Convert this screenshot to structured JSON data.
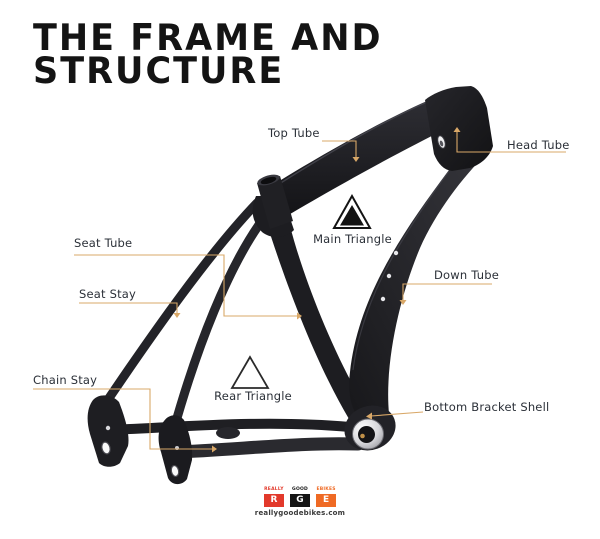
{
  "title": {
    "line1": "THE FRAME AND",
    "line2": "STRUCTURE"
  },
  "labels": {
    "top_tube": "Top Tube",
    "head_tube": "Head Tube",
    "seat_tube": "Seat Tube",
    "seat_stay": "Seat Stay",
    "main_triangle": "Main Triangle",
    "down_tube": "Down Tube",
    "chain_stay": "Chain Stay",
    "rear_triangle": "Rear Triangle",
    "bottom_bracket_shell": "Bottom Bracket Shell"
  },
  "footer": {
    "logo_letters": {
      "r": "R",
      "g": "G",
      "e": "E"
    },
    "logo_words": {
      "really": "REALLY",
      "good": "GOOD",
      "ebikes": "EBIKES"
    },
    "website": "reallygoodebikes.com"
  },
  "colors": {
    "leader_line": "#d9a868",
    "frame_dark": "#1b1b1f",
    "label_text": "#2b3038",
    "logo_red": "#e2392b",
    "logo_black": "#141414",
    "logo_orange": "#ef6a24"
  }
}
